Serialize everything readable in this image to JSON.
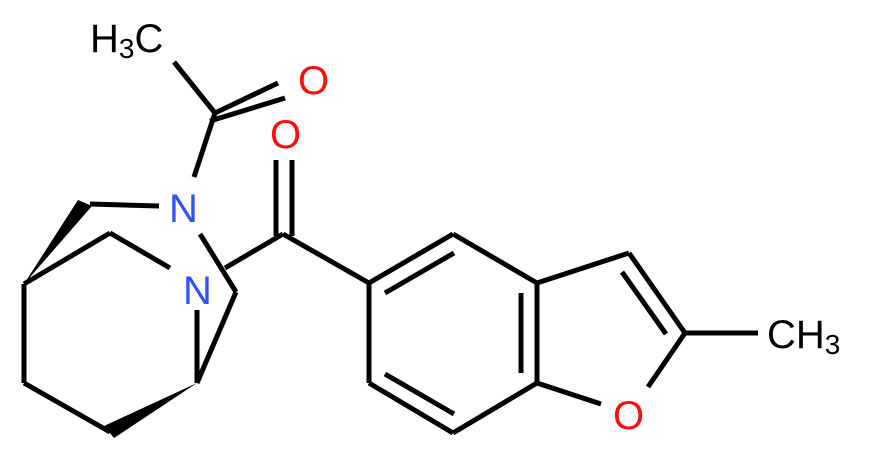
{
  "diagram": {
    "type": "chemical-structure",
    "colors": {
      "bond": "#000000",
      "carbon_label": "#000000",
      "nitrogen": "#3050F8",
      "oxygen": "#FF0D0D",
      "background": "#FFFFFF"
    },
    "labels": {
      "methyl_top": {
        "main": "H",
        "sub": "3",
        "tail": "C"
      },
      "acetyl_oxygen": "O",
      "carbonyl_oxygen": "O",
      "nitrogen_1": "N",
      "nitrogen_2": "N",
      "furan_oxygen": "O",
      "methyl_right": {
        "main": "CH",
        "sub": "3"
      }
    }
  }
}
